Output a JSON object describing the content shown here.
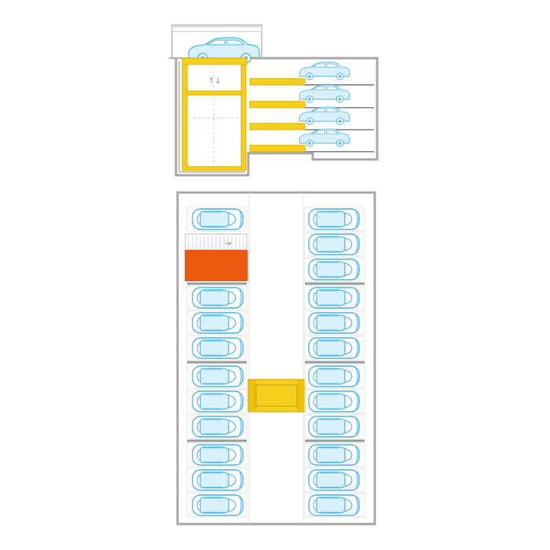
{
  "diagram": {
    "lift_arrow_glyph": "↑↓",
    "stair_arrow_glyph": "→",
    "colors": {
      "wall": "#a9a9a9",
      "platform": "#f5cf1d",
      "car_outline": "#4db6e6",
      "car_fill": "#d7f0fb",
      "stair_block": "#ea5a10"
    },
    "icons": [
      "car-side-icon",
      "car-top-icon",
      "lift-platform",
      "pallet",
      "stairwell"
    ]
  }
}
